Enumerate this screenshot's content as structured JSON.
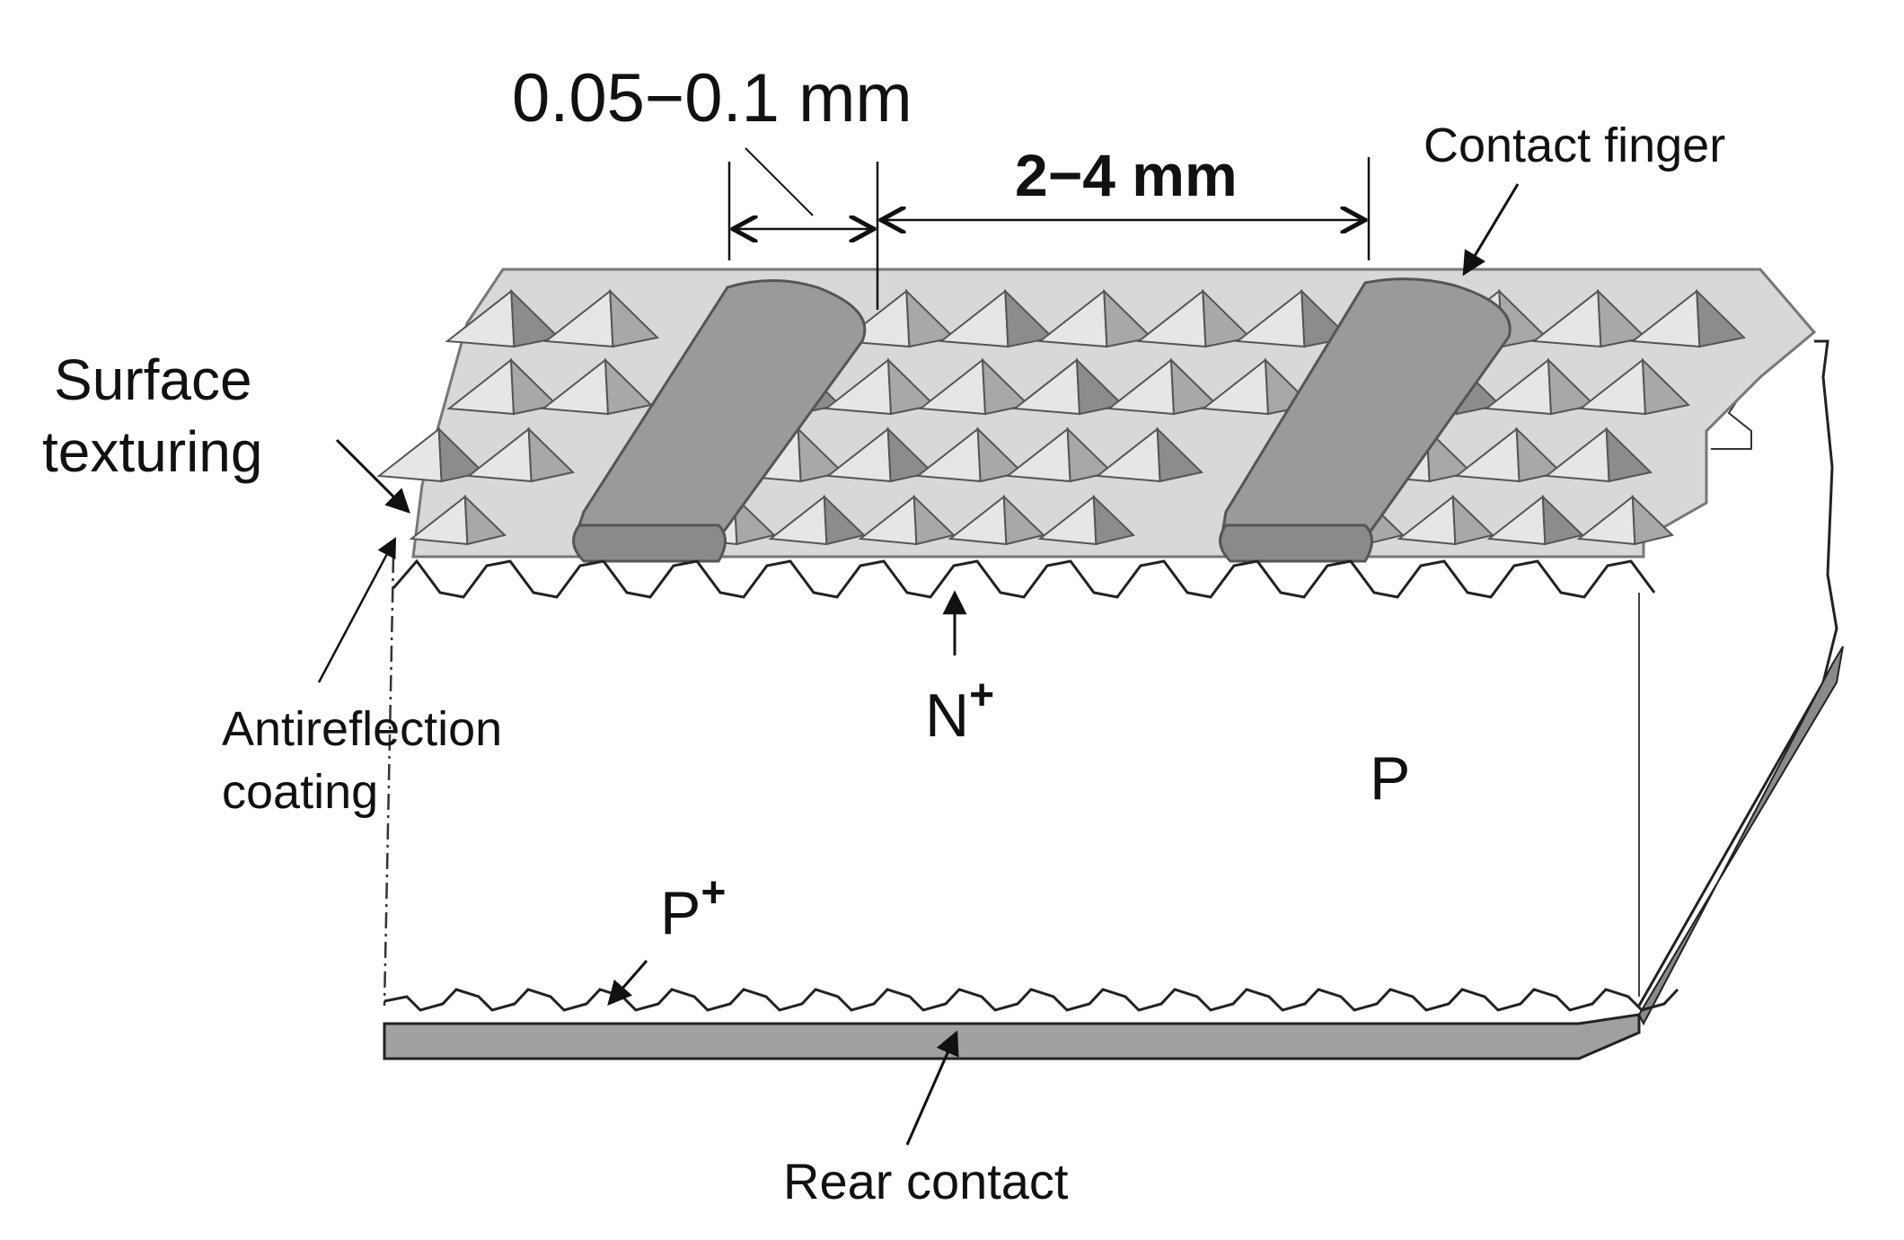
{
  "labels": {
    "finger_width": "0.05−0.1 mm",
    "finger_spacing": "2−4 mm",
    "contact_finger": "Contact finger",
    "surface_texturing_line1": "Surface",
    "surface_texturing_line2": "texturing",
    "antireflection_line1": "Antireflection",
    "antireflection_line2": "coating",
    "n_plus_base": "N",
    "n_plus_sup": "+",
    "p_region": "P",
    "p_plus_base": "P",
    "p_plus_sup": "+",
    "rear_contact": "Rear contact"
  },
  "colors": {
    "ink": "#111111",
    "finger_fill": "#9a9a9a",
    "pyramid_light": "#e6e6e6",
    "pyramid_dark": "#a8a8a8",
    "rear_contact_fill": "#a0a0a0",
    "background": "#ffffff"
  },
  "structure": {
    "finger_count": 2,
    "icon_names": [
      "pyramid-texture",
      "contact-finger",
      "dimension-arrow",
      "leader-arrow"
    ]
  }
}
